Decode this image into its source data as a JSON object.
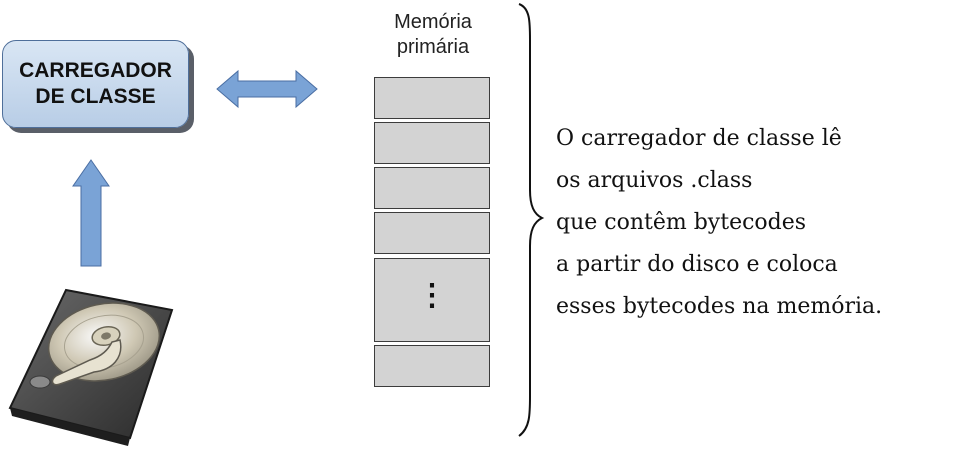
{
  "loader": {
    "label": "CARREGADOR\nDE CLASSE"
  },
  "memory": {
    "title": "Memória\nprimária",
    "ellipsis": "⋮"
  },
  "description": {
    "lines": [
      "O carregador de classe lê",
      "os arquivos .class",
      "que contêm bytecodes",
      "a partir do disco e coloca",
      "esses bytecodes na memória."
    ]
  },
  "colors": {
    "arrow_fill": "#7aa3d6",
    "arrow_stroke": "#4a6ea3",
    "box_fill": "#c9d9ee",
    "cell_fill": "#d3d3d3"
  },
  "icons": {
    "disk": "hard-disk-icon"
  }
}
